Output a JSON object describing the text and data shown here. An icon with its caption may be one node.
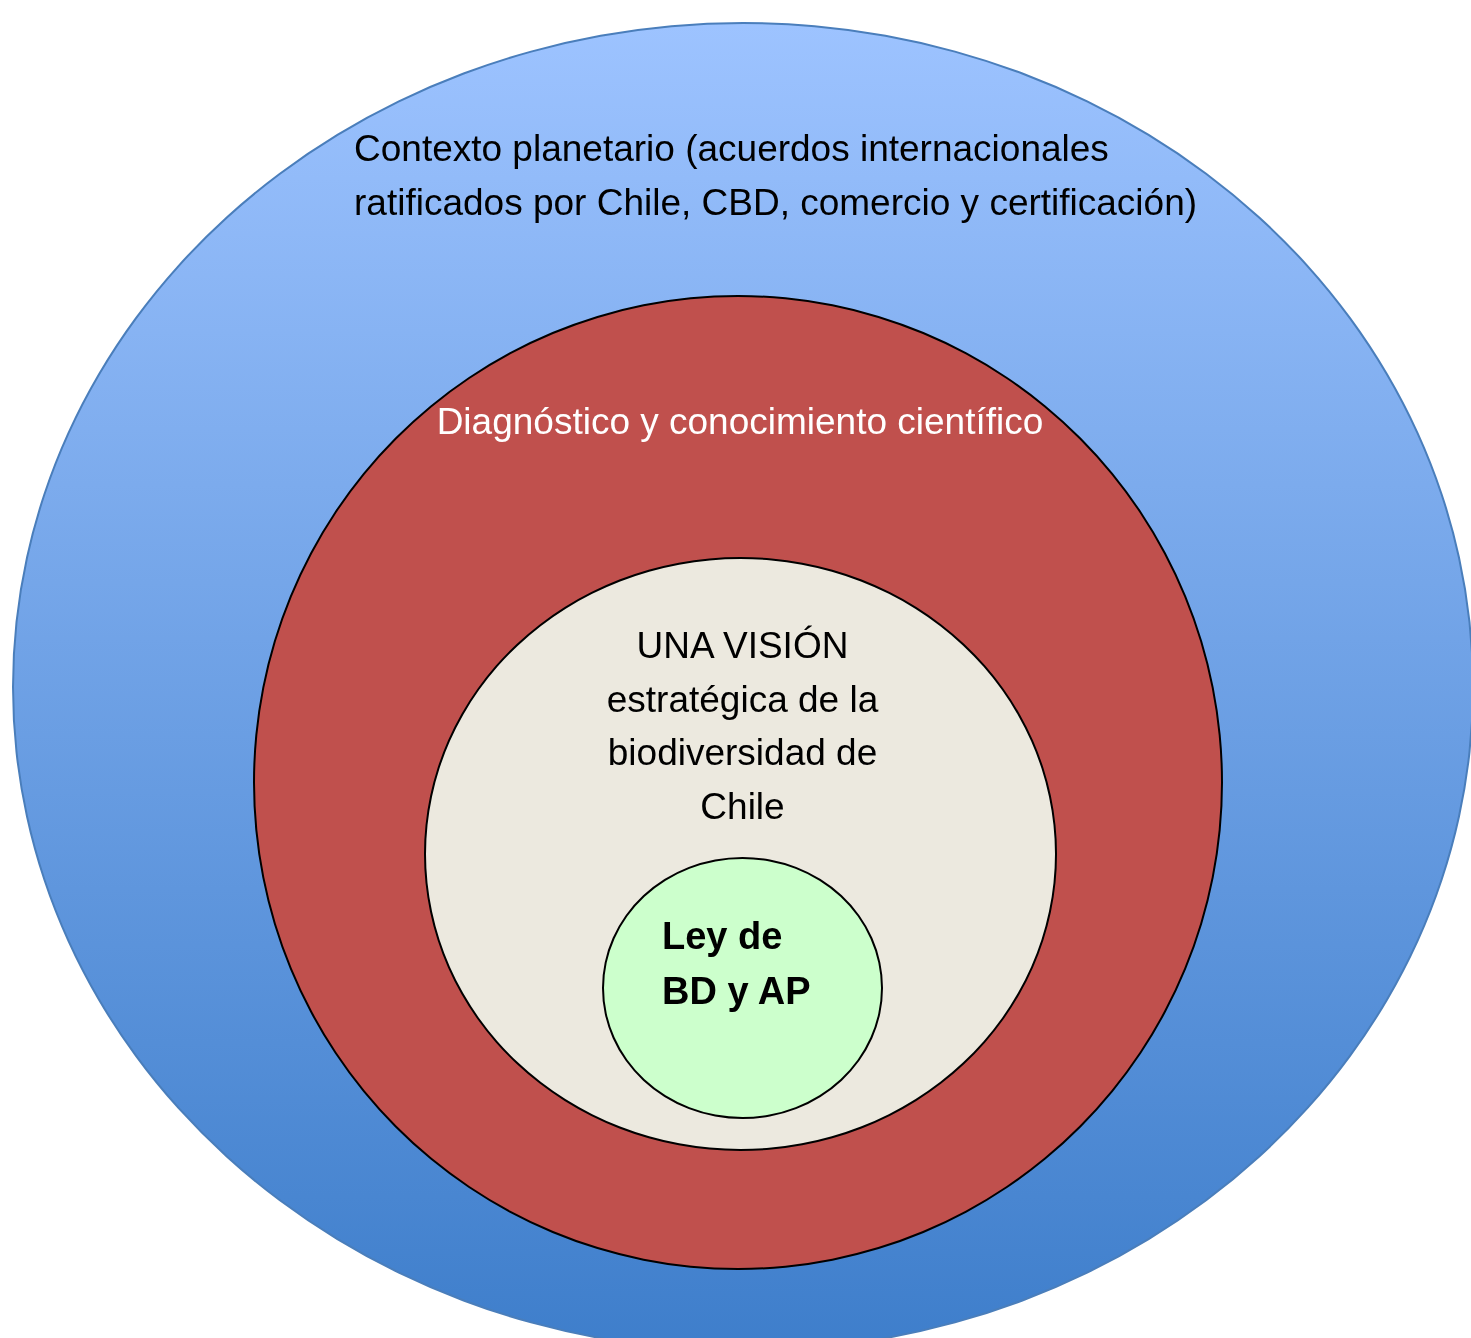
{
  "diagram": {
    "nodes": [
      {
        "text": [
          "Contexto planetario (acuerdos internacionales ratificados por Chile, CBD, comercio y certificación)"
        ]
      },
      {
        "text": [
          "Diagnóstico y conocimiento científico"
        ],
        "in": 0
      },
      {
        "text": [
          "UNA VISIÓN estratégica de la biodiversidad de Chile"
        ],
        "in": 1
      },
      {
        "text": [
          "Ley de BD y AP"
        ],
        "in": 2
      }
    ]
  }
}
